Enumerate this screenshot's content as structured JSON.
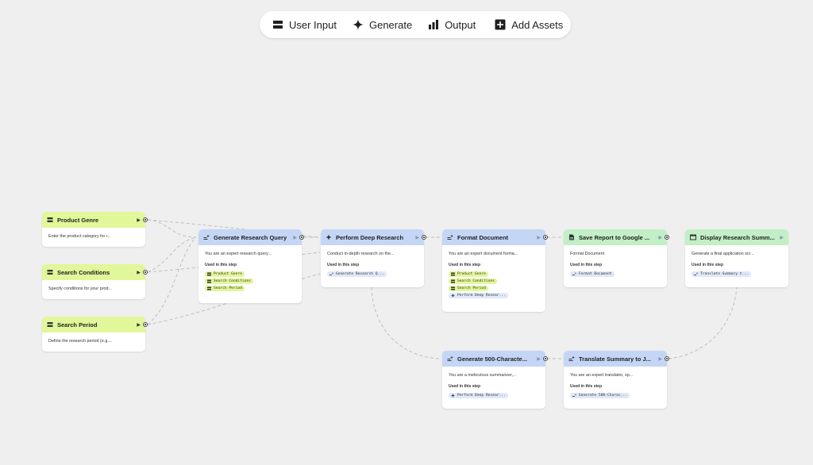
{
  "toolbar": {
    "user_input": "User Input",
    "generate": "Generate",
    "output": "Output",
    "add_assets": "Add Assets"
  },
  "used_label": "Used in this step",
  "nodes": {
    "product_genre": {
      "title": "Product Genre",
      "description": "Enter the product category for r..."
    },
    "search_conditions": {
      "title": "Search Conditions",
      "description": "Specify conditions for your prod..."
    },
    "search_period": {
      "title": "Search Period",
      "description": "Define the research period (e.g...."
    },
    "generate_query": {
      "title": "Generate Research Query",
      "description": "You are an expert research query...",
      "chips": [
        "Product Genre",
        "Search Conditions",
        "Search Period"
      ]
    },
    "deep_research": {
      "title": "Perform Deep Research",
      "description": "Conduct in-depth research on the...",
      "chips": [
        "Generate Research Q..."
      ]
    },
    "format_document": {
      "title": "Format Document",
      "description": "You are an expert document forma...",
      "chips": [
        "Product Genre",
        "Search Conditions",
        "Search Period",
        "Perform Deep Resear..."
      ]
    },
    "save_report": {
      "title": "Save Report to Google ...",
      "description": "Format Document",
      "chips": [
        "Format Document"
      ]
    },
    "display_summary": {
      "title": "Display Research Summ...",
      "description": "Generate a final application scr...",
      "chips": [
        "Translate Summary t..."
      ]
    },
    "generate_500": {
      "title": "Generate 500-Characte...",
      "description": "You are a meticulous summarizer,...",
      "chips": [
        "Perform Deep Resear..."
      ]
    },
    "translate_summary": {
      "title": "Translate Summary to J...",
      "description": "You are an expert translator, sp...",
      "chips": [
        "Generate 500-Charac..."
      ]
    }
  },
  "colors": {
    "input_header": "#e2f79a",
    "generate_header": "#c4d6f6",
    "output_header": "#c2efc6",
    "canvas": "#efefef",
    "edge": "#bdbdbd"
  },
  "icons": {
    "user_input": "input-lines-icon",
    "generate": "sparkle-icon",
    "output": "bar-chart-icon",
    "add_assets": "add-box-icon"
  }
}
